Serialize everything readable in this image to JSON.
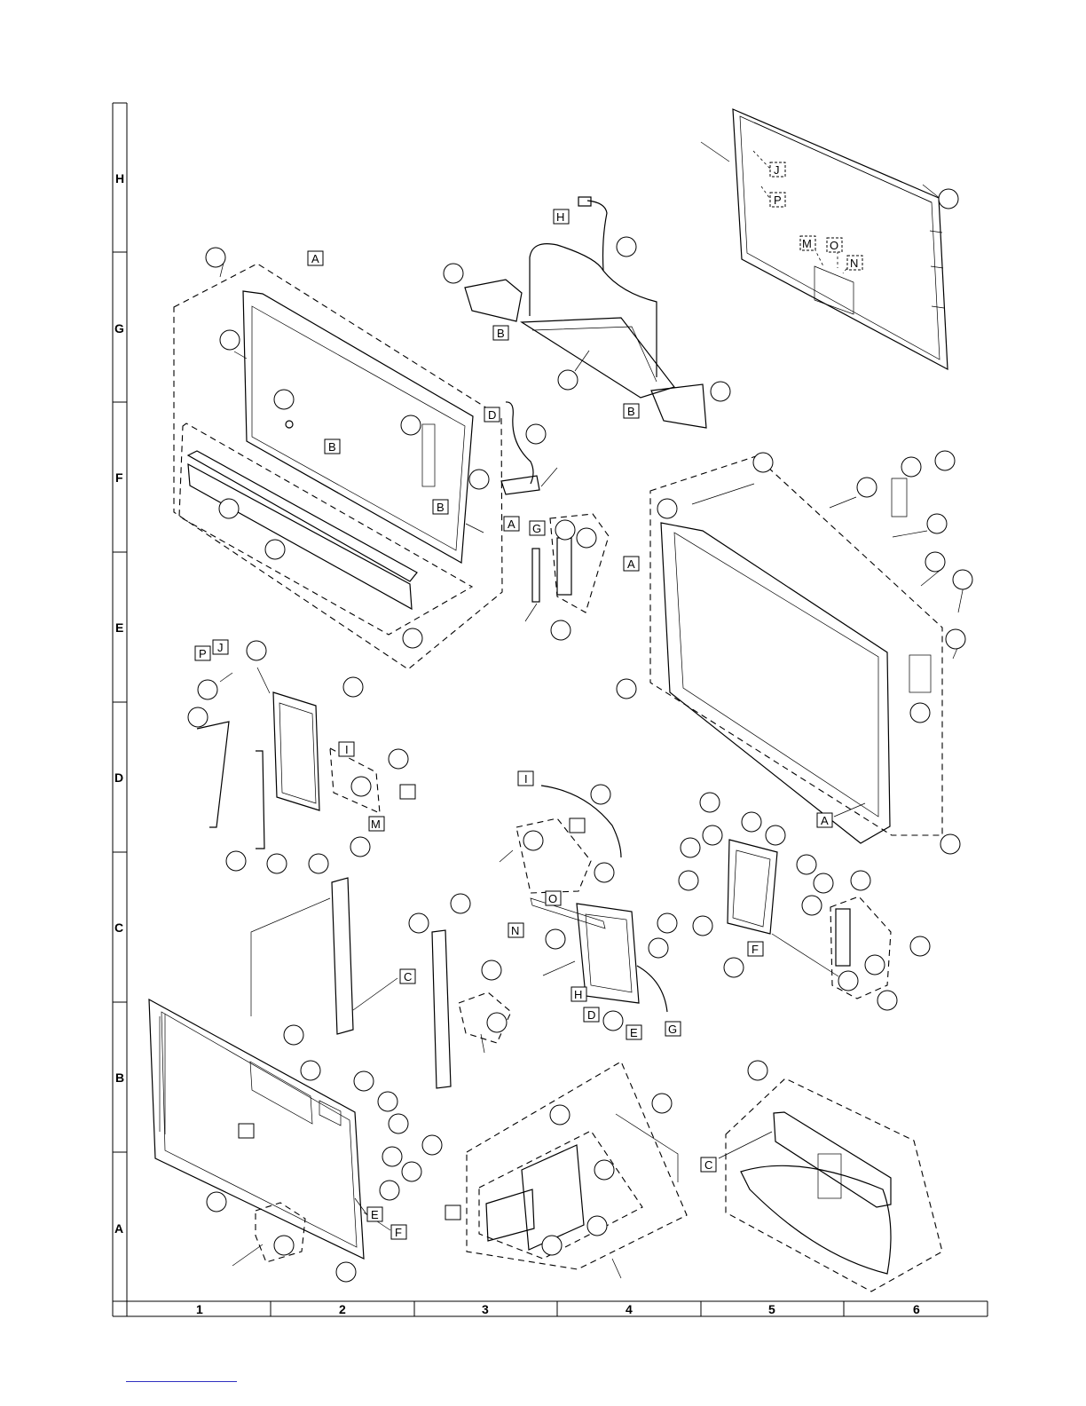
{
  "grid": {
    "rows": [
      "H",
      "G",
      "F",
      "E",
      "D",
      "C",
      "B",
      "A"
    ],
    "columns": [
      "1",
      "2",
      "3",
      "4",
      "5",
      "6"
    ]
  },
  "box_labels": [
    "A",
    "B",
    "C",
    "D",
    "E",
    "F",
    "G",
    "H",
    "I",
    "J",
    "M",
    "N",
    "O",
    "P"
  ]
}
